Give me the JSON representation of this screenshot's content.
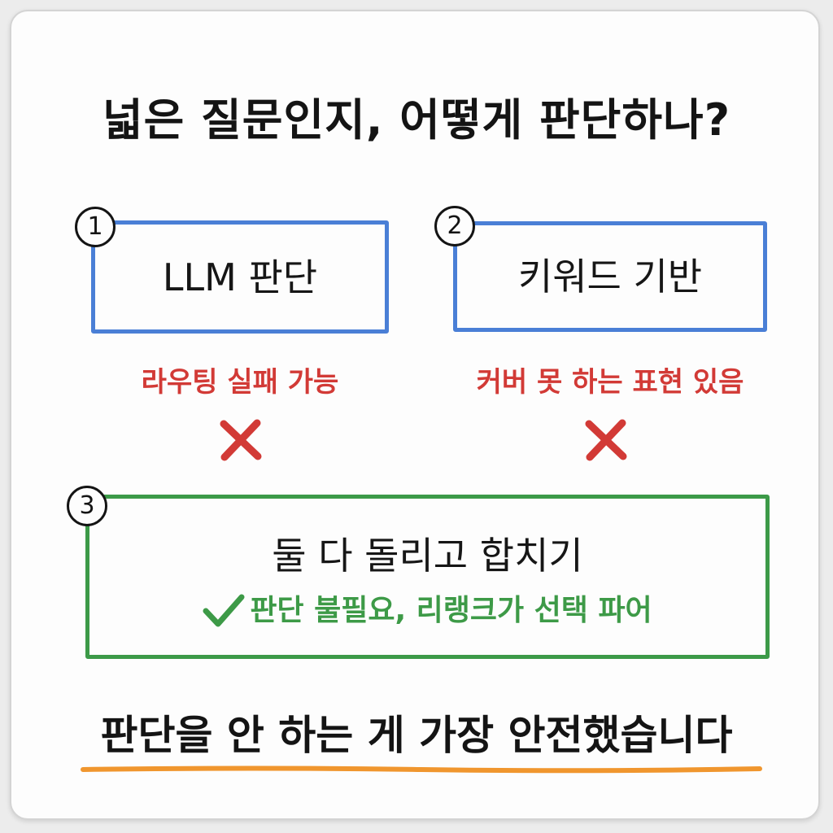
{
  "title": "넓은 질문인지, 어떻게 판단하나?",
  "options": [
    {
      "number": "1",
      "label": "LLM 판단",
      "caveat": "라우팅 실패 가능"
    },
    {
      "number": "2",
      "label": "키워드 기반",
      "caveat": "커버 못 하는 표현 있음"
    }
  ],
  "chosen": {
    "number": "3",
    "label": "둘 다 돌리고 합치기",
    "note": "판단 불필요, 리랭크가 선택 파어"
  },
  "conclusion": "판단을 안 하는 게 가장 안전했습니다",
  "colors": {
    "blue_box": "#4a7fd6",
    "green_box": "#3c9a48",
    "reject_red": "#d23a36",
    "underline_orange": "#f0962e"
  },
  "icons": {
    "reject": "x-mark-icon",
    "accept": "check-mark-icon"
  }
}
